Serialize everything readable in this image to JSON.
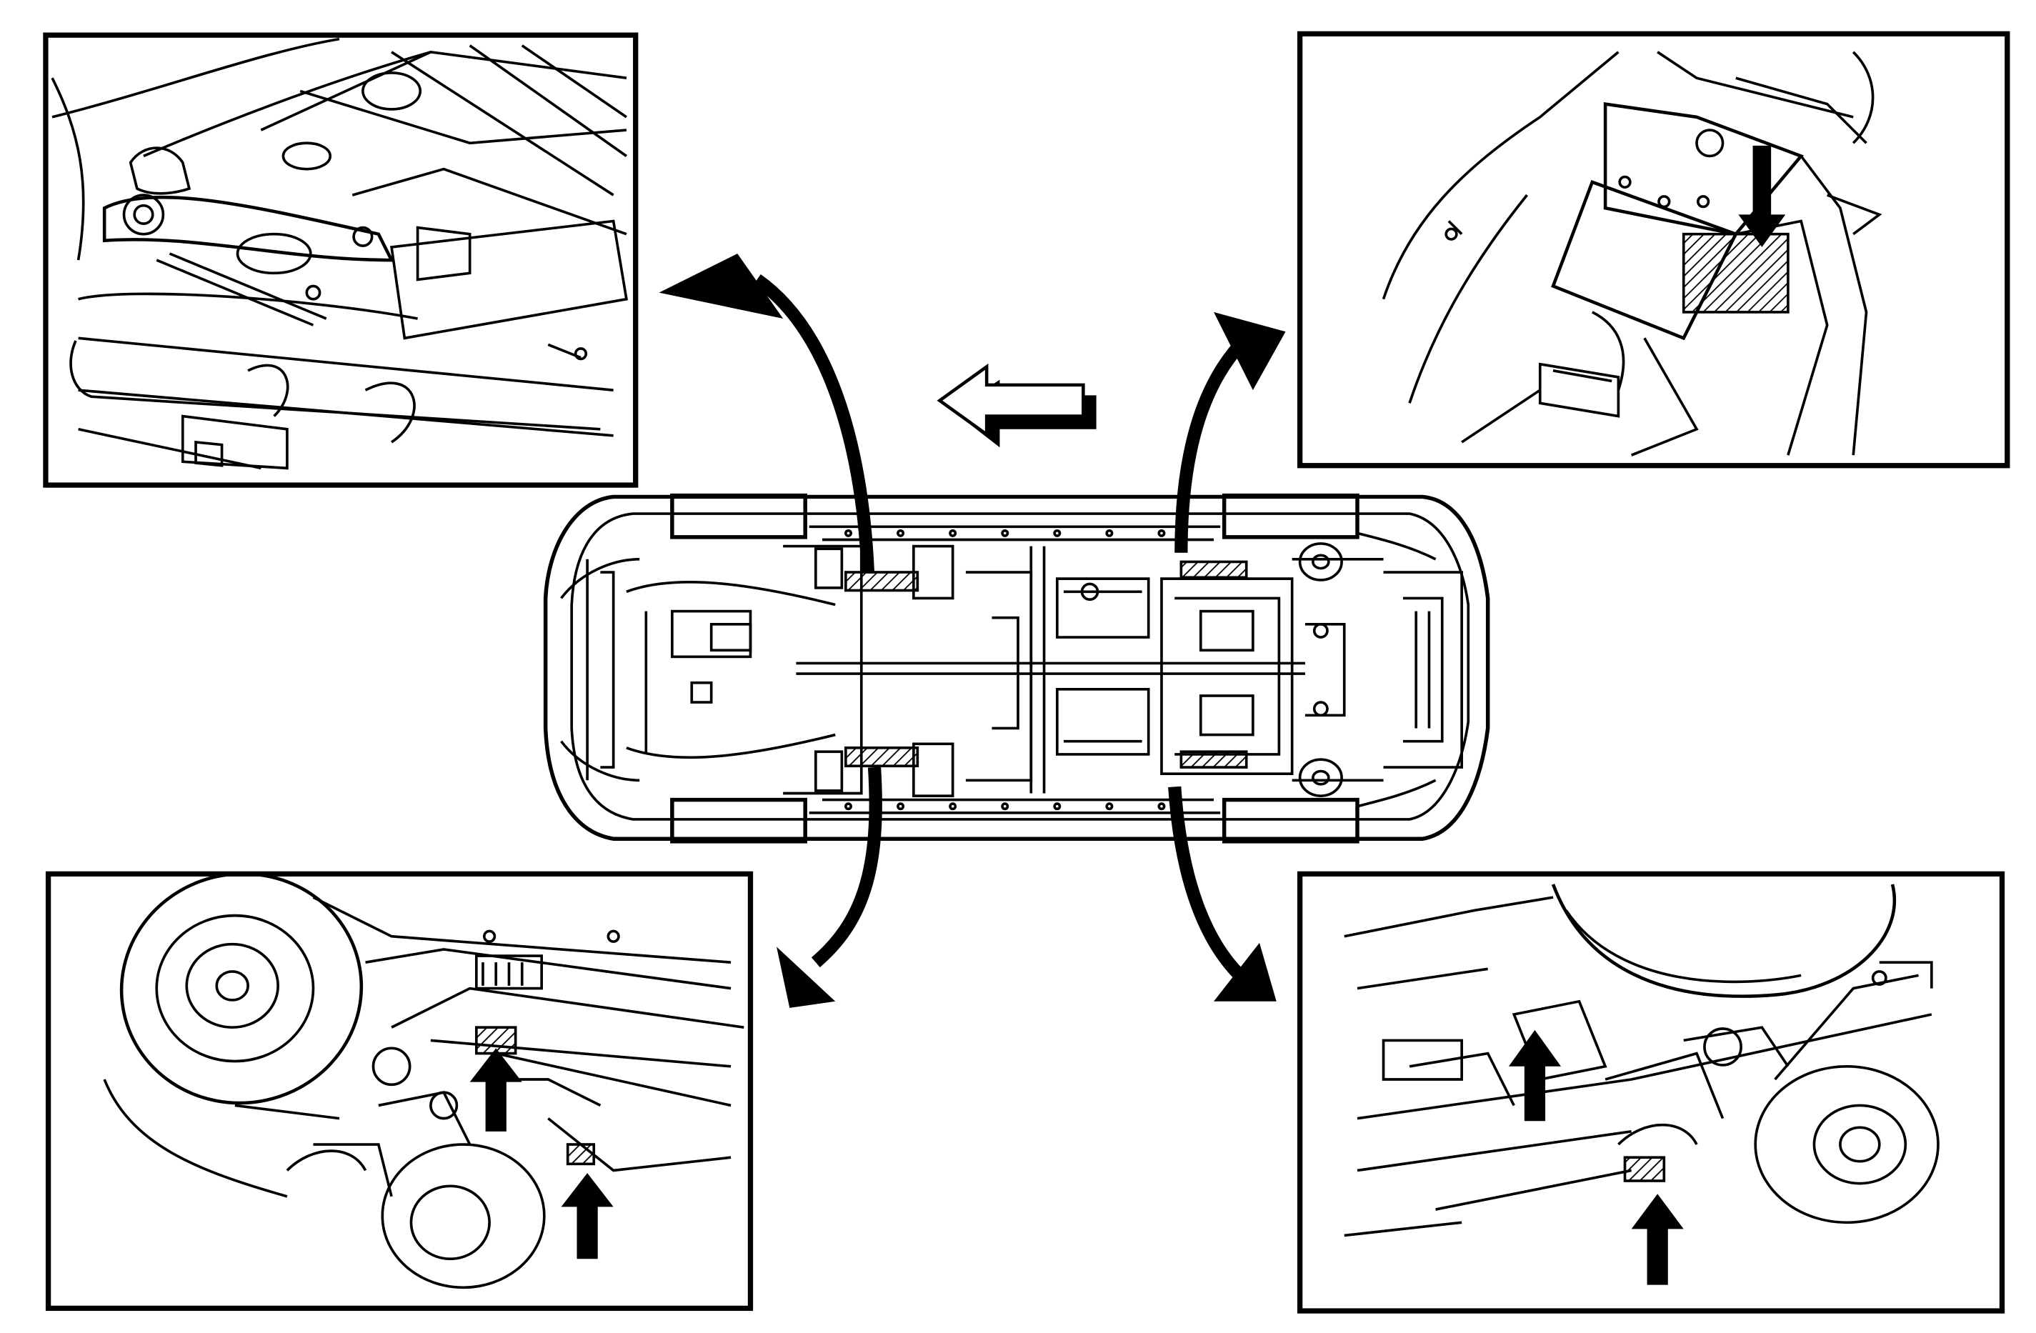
{
  "diagram": {
    "colors": {
      "line": "#000000",
      "fill": "#ffffff",
      "hatch": "#000000"
    },
    "icons": [
      "curved-pointer-arrow",
      "forward-direction-arrow",
      "lift-point-arrow"
    ],
    "views": [
      {
        "id": "top-left",
        "subject": "front-lift-point"
      },
      {
        "id": "top-right",
        "subject": "rear-lift-point"
      },
      {
        "id": "bottom-left",
        "subject": "front-jack-points"
      },
      {
        "id": "bottom-right",
        "subject": "rear-jack-points"
      }
    ]
  }
}
